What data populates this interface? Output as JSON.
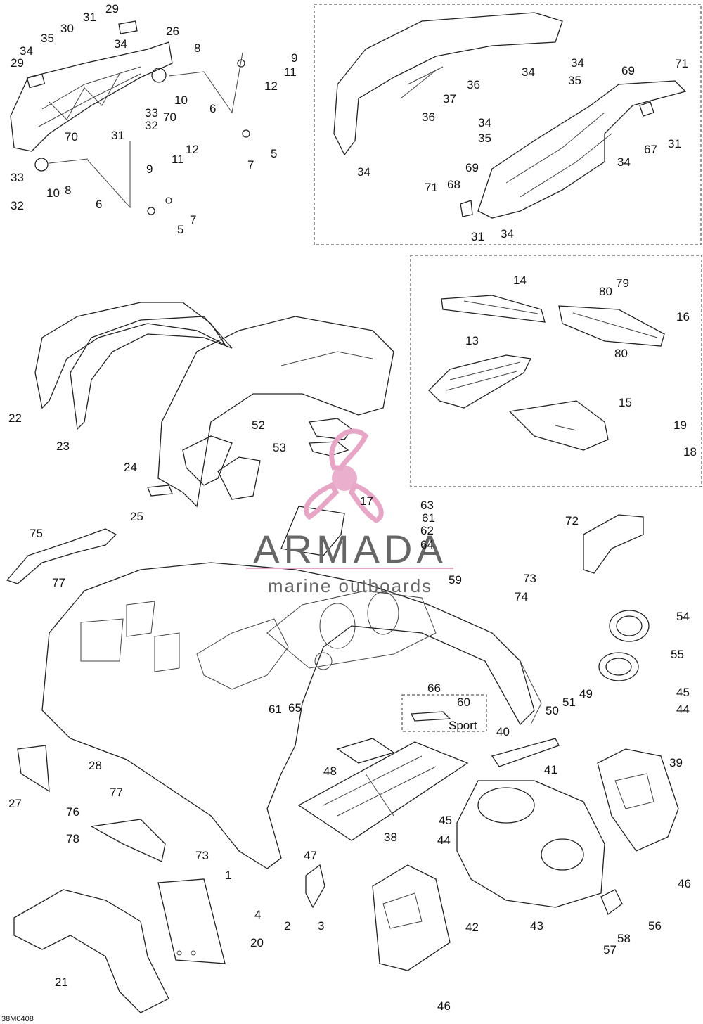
{
  "drawing_code": "38M0408",
  "watermark": {
    "brand": "ARMADA",
    "tagline": "marine outboards",
    "accent": "#e7a6c6"
  },
  "sport_label": "Sport",
  "callouts": [
    "1",
    "2",
    "3",
    "4",
    "5",
    "6",
    "7",
    "8",
    "9",
    "10",
    "11",
    "12",
    "13",
    "14",
    "15",
    "16",
    "17",
    "18",
    "19",
    "20",
    "21",
    "22",
    "23",
    "24",
    "25",
    "26",
    "27",
    "28",
    "29",
    "30",
    "31",
    "32",
    "33",
    "34",
    "35",
    "36",
    "37",
    "38",
    "39",
    "40",
    "41",
    "42",
    "43",
    "44",
    "45",
    "46",
    "47",
    "48",
    "49",
    "50",
    "51",
    "52",
    "53",
    "54",
    "55",
    "56",
    "57",
    "58",
    "59",
    "60",
    "61",
    "62",
    "63",
    "64",
    "65",
    "66",
    "67",
    "68",
    "69",
    "70",
    "71",
    "72",
    "73",
    "74",
    "75",
    "76",
    "77",
    "78",
    "79",
    "80"
  ]
}
